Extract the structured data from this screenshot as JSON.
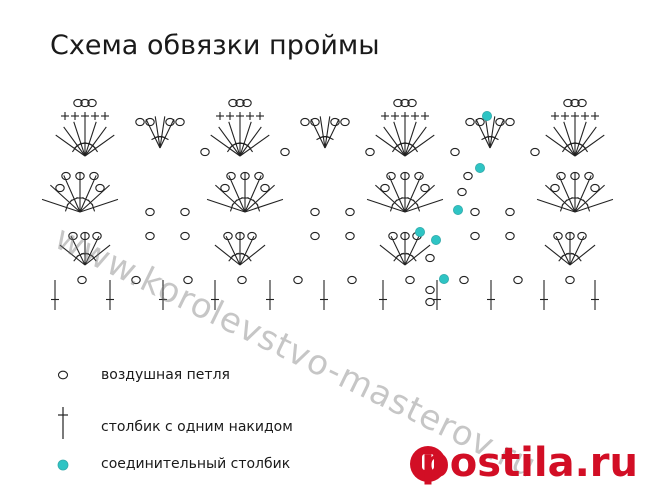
{
  "diagram": {
    "title": "Схема обвязки проймы",
    "colors": {
      "line": "#222222",
      "slip_stitch": "#2ec4c4",
      "watermark": "#8a8a8a",
      "brand": "#d20e25"
    },
    "legend": [
      {
        "icon": "chain-stitch-symbol",
        "label": "воздушная петля"
      },
      {
        "icon": "double-crochet-symbol",
        "label": "столбик с одним накидом"
      },
      {
        "icon": "slip-stitch-symbol",
        "label": "соединительный столбик"
      }
    ]
  },
  "watermarks": {
    "site": "www.korolevstvo-masterov.ru",
    "brand": "postila.ru"
  }
}
